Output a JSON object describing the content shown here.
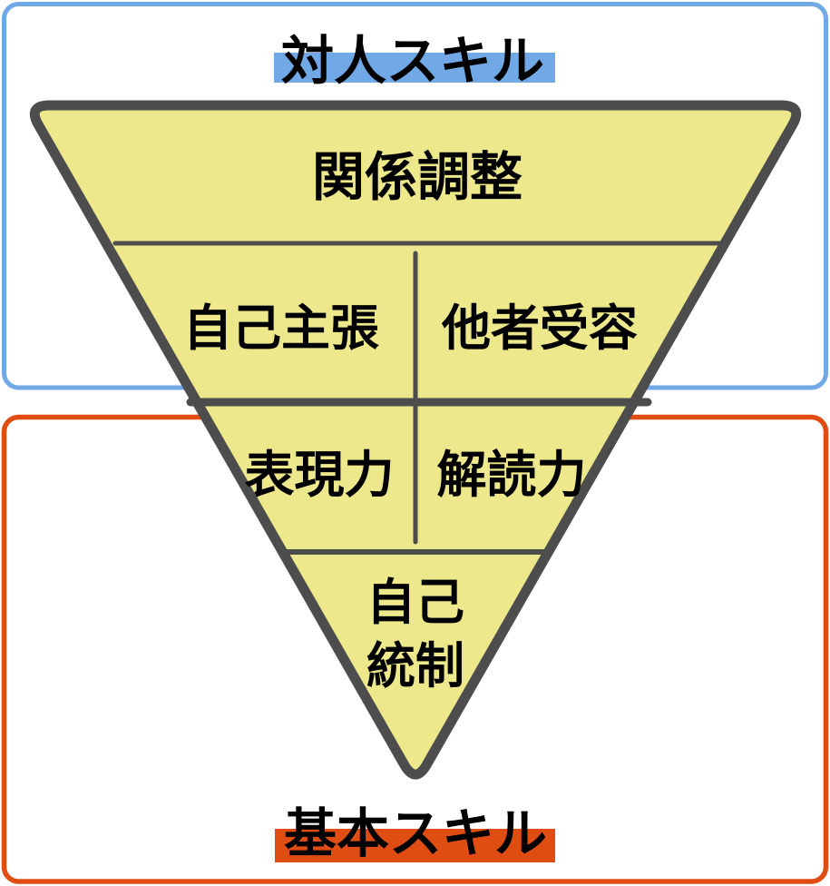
{
  "diagram": {
    "title": "skills-pyramid",
    "labels": {
      "interpersonal": "対人スキル",
      "basic": "基本スキル",
      "level1": "関係調整",
      "level2_left": "自己主張",
      "level2_right": "他者受容",
      "level3_left": "表現力",
      "level3_right": "解読力",
      "level4_line1": "自己",
      "level4_line2": "統制"
    },
    "colors": {
      "background": "#FFFFFF",
      "triangle_fill": "#ECE88B",
      "triangle_border": "#4D4D4D",
      "divider": "#4D4D4D",
      "blue_accent": "#70A9E5",
      "orange_accent": "#E04D12",
      "text": "#000000"
    },
    "regions": {
      "top_outline": "interpersonal-skills-region",
      "bottom_outline": "basic-skills-region"
    }
  }
}
